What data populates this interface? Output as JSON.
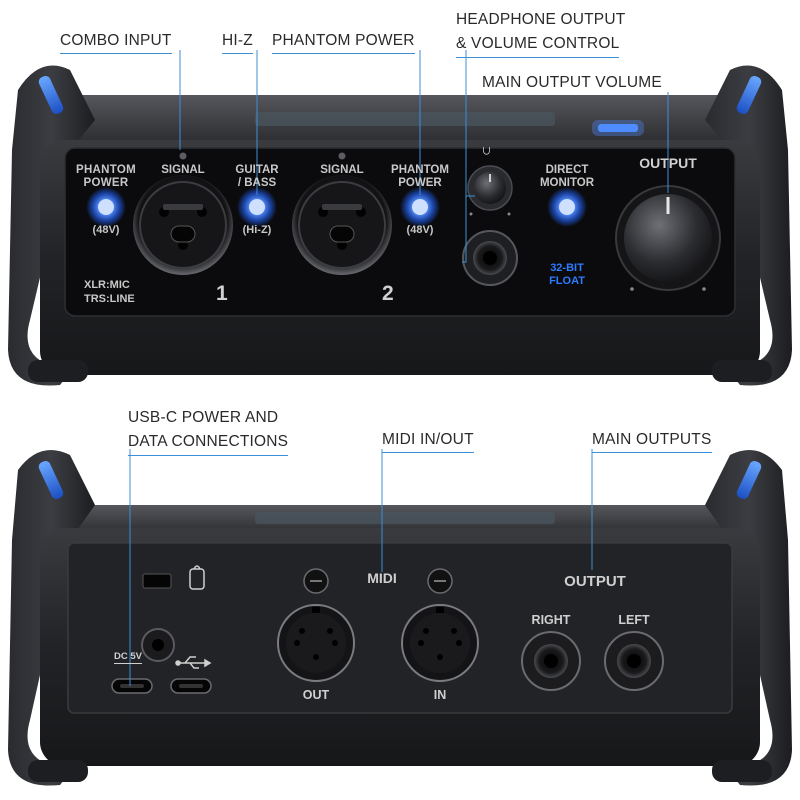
{
  "front_callouts": {
    "combo_input": "COMBO INPUT",
    "hi_z": "HI-Z",
    "phantom_power": "PHANTOM POWER",
    "headphone_line1": "HEADPHONE OUTPUT",
    "headphone_line2": "& VOLUME CONTROL",
    "main_output_volume": "MAIN OUTPUT VOLUME"
  },
  "front_panel": {
    "phantom_power_label": "PHANTOM\nPOWER",
    "phantom_power_line1": "PHANTOM",
    "phantom_power_line2": "POWER",
    "phantom_48v": "(48V)",
    "signal_label": "SIGNAL",
    "guitar_bass_line1": "GUITAR",
    "guitar_bass_line2": "/ BASS",
    "hi_z_sub": "(Hi-Z)",
    "xlr_mic": "XLR:MIC",
    "trs_line": "TRS:LINE",
    "channel_1": "1",
    "channel_2": "2",
    "direct_monitor_line1": "DIRECT",
    "direct_monitor_line2": "MONITOR",
    "float_line1": "32-BIT",
    "float_line2": "FLOAT",
    "output_label": "OUTPUT",
    "headphone_glyph": "∩"
  },
  "rear_callouts": {
    "usbc_line1": "USB-C POWER AND",
    "usbc_line2": "DATA CONNECTIONS",
    "midi_in_out": "MIDI IN/OUT",
    "main_outputs": "MAIN OUTPUTS"
  },
  "rear_panel": {
    "midi_label": "MIDI",
    "midi_out": "OUT",
    "midi_in": "IN",
    "output_label": "OUTPUT",
    "right_label": "RIGHT",
    "left_label": "LEFT",
    "dc_5v": "DC 5V"
  },
  "colors": {
    "led_blue": "#3b7bff",
    "accent_blue": "#1f6fe0",
    "callout_line": "#3d8fd6",
    "body_dark": "#232427",
    "panel_black": "#0c0c0e"
  }
}
